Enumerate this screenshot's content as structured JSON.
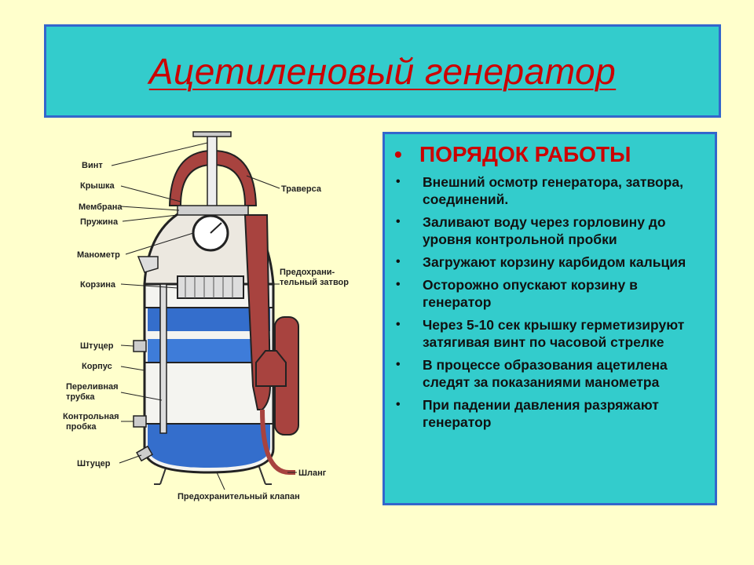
{
  "title": "Ацетиленовый генератор",
  "steps": {
    "heading": "ПОРЯДОК РАБОТЫ",
    "items": [
      "Внешний осмотр генератора, затвора, соединений.",
      "Заливают воду через горловину до уровня контрольной пробки",
      "Загружают корзину карбидом кальция",
      "Осторожно опускают корзину в генератор",
      "Через 5-10 сек крышку герметизируют затягивая винт по часовой стрелке",
      "В процессе образования ацетилена следят за показаниями манометра",
      "При падении давления разряжают генератор"
    ]
  },
  "diagram": {
    "labels": {
      "vint": "Винт",
      "kryshka": "Крышка",
      "membrana": "Мембрана",
      "pruzhina": "Пружина",
      "manometr": "Манометр",
      "korzina": "Корзина",
      "shtucer1": "Штуцер",
      "korpus": "Корпус",
      "perelivnaya1": "Переливная",
      "perelivnaya2": "трубка",
      "kontrolnaya1": "Контрольная",
      "kontrolnaya2": "пробка",
      "shtucer2": "Штуцер",
      "traversa": "Траверса",
      "predohr1": "Предохрани-",
      "predohr2": "тельный затвор",
      "shlang": "Шланг",
      "klapan": "Предохранительный клапан"
    },
    "colors": {
      "body": "#a8433f",
      "water": "#1f5fc8",
      "steel": "#dfe7ef"
    }
  }
}
